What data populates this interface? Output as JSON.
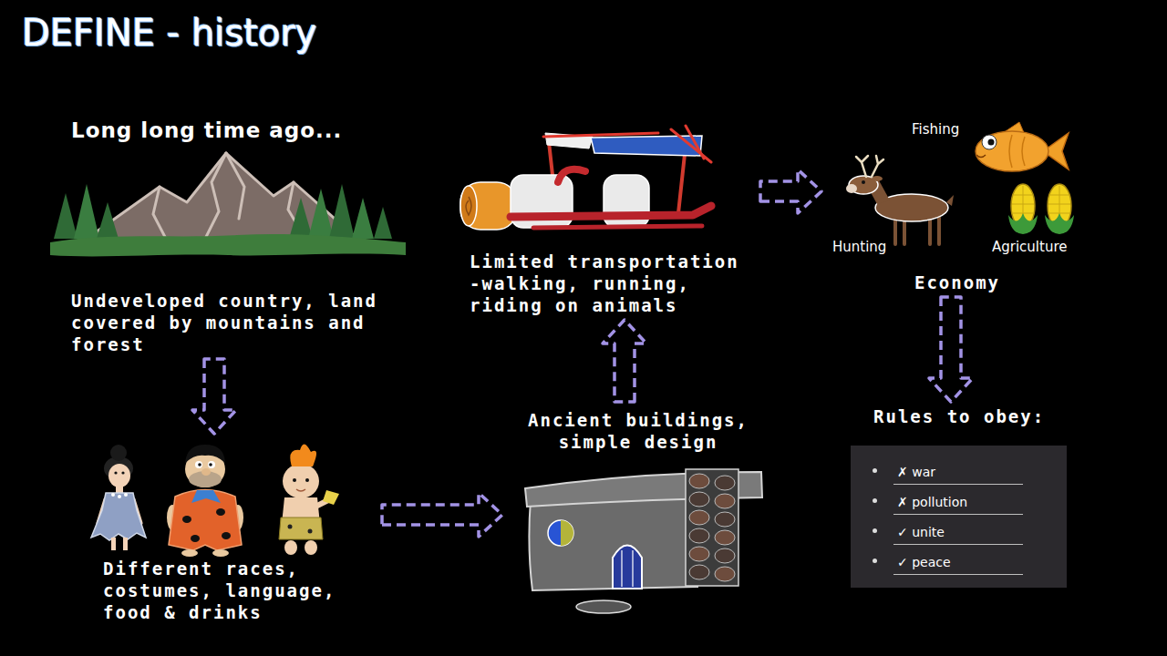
{
  "diagram": {
    "title": "DEFINE - history",
    "nodes": [
      {
        "text": [
          "Long long time ago...",
          "Undeveloped country, land covered by mountains and forest"
        ]
      },
      {
        "text": [
          "Different races, costumes, language, food & drinks"
        ]
      },
      {
        "text": [
          "Ancient buildings, simple design"
        ]
      },
      {
        "text": [
          "Limited transportation -walking, running, riding on animals"
        ]
      },
      {
        "text": [
          "Fishing",
          "Hunting",
          "Agriculture",
          "Economy"
        ]
      },
      {
        "text": [
          "Rules to obey:",
          "✗ war",
          "✗ pollution",
          "✓ unite",
          "✓ peace"
        ]
      }
    ],
    "edges": [
      {
        "from": 0,
        "to": 1,
        "arrow": "to"
      },
      {
        "from": 1,
        "to": 2,
        "arrow": "to"
      },
      {
        "from": 2,
        "to": 3,
        "arrow": "to"
      },
      {
        "from": 3,
        "to": 4,
        "arrow": "to"
      },
      {
        "from": 4,
        "to": 5,
        "arrow": "to"
      }
    ]
  }
}
